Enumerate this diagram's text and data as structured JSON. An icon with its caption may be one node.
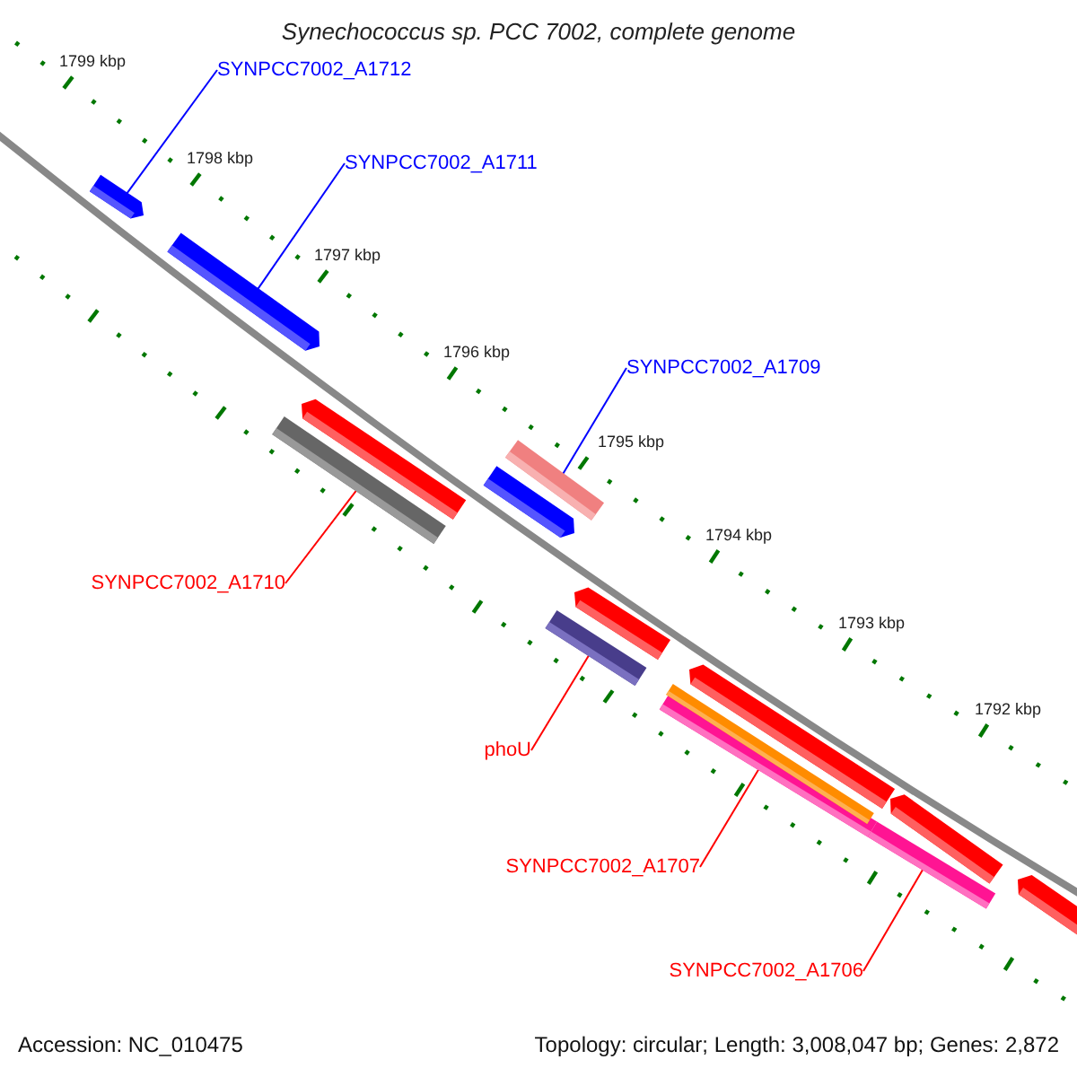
{
  "diagram": {
    "title": "Synechococcus sp. PCC 7002, complete genome",
    "nodes": [
      {
        "text": [
          "SYNPCC7002_A1712"
        ]
      },
      {
        "text": [],
        "shape": "bar"
      },
      {
        "text": [
          "SYNPCC7002_A1711"
        ]
      },
      {
        "text": [],
        "shape": "bar"
      },
      {
        "text": [
          "SYNPCC7002_A1709"
        ]
      },
      {
        "text": [],
        "shape": "bar"
      },
      {
        "text": [
          "SYNPCC7002_A1710"
        ]
      },
      {
        "text": [],
        "shape": "bar"
      },
      {
        "text": [
          "phoU"
        ]
      },
      {
        "text": [],
        "shape": "bar"
      },
      {
        "text": [
          "SYNPCC7002_A1707"
        ]
      },
      {
        "text": [],
        "shape": "bar"
      },
      {
        "text": [
          "SYNPCC7002_A1706"
        ]
      },
      {
        "text": [],
        "shape": "bar"
      },
      {
        "text": [],
        "shape": "bar"
      },
      {
        "text": [],
        "shape": "bar"
      },
      {
        "text": [],
        "shape": "bar"
      },
      {
        "text": [],
        "shape": "bar"
      },
      {
        "text": [],
        "shape": "bar"
      },
      {
        "text": [],
        "shape": "bar"
      }
    ],
    "edges": [
      {
        "from": 0,
        "to": 1,
        "arrow": "none",
        "color": "#0000ff"
      },
      {
        "from": 2,
        "to": 3,
        "arrow": "none",
        "color": "#0000ff"
      },
      {
        "from": 4,
        "to": 5,
        "arrow": "none",
        "color": "#0000ff"
      },
      {
        "from": 6,
        "to": 7,
        "arrow": "none"
      },
      {
        "from": 8,
        "to": 9,
        "arrow": "none"
      },
      {
        "from": 10,
        "to": 11,
        "arrow": "none"
      },
      {
        "from": 12,
        "to": 13,
        "arrow": "none"
      }
    ],
    "labels": [
      "1799 kbp",
      "1798 kbp",
      "1797 kbp",
      "1796 kbp",
      "1795 kbp",
      "1794 kbp",
      "1793 kbp",
      "1792 kbp",
      "Accession: NC_010475",
      "Topology: circular; Length: 3,008,047 bp; Genes: 2,872"
    ]
  }
}
